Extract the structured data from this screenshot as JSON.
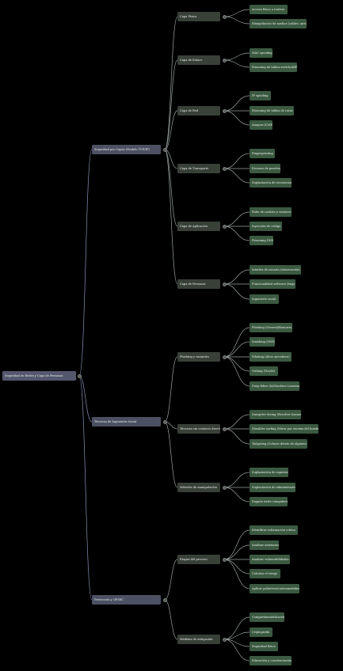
{
  "colors": {
    "background": "#000000",
    "root_node": "#54576e",
    "level1_node": "#4c5062",
    "level2_node": "#384038",
    "leaf_node": "#3b5a41",
    "link_root": "#8a93b8",
    "link_branch": "#9aa3a0"
  },
  "root": {
    "label": "Seguridad en Redes y Capa de Personas",
    "children": [
      {
        "label": "Seguridad por Capas (Modelo TCP/IP)",
        "children": [
          {
            "label": "Capa Física",
            "children": [
              "Acceso físico a routers",
              "Manipulación de medios (cables, aire)"
            ]
          },
          {
            "label": "Capa de Enlace",
            "children": [
              "MAC spoofing",
              "Poisoning de tablas switch/ARP"
            ]
          },
          {
            "label": "Capa de Red",
            "children": [
              "IP spoofing",
              "Poisoning de tablas de rutas",
              "Ataques ICMP"
            ]
          },
          {
            "label": "Capa de Transporte",
            "children": [
              "Fingerprinting",
              "Escaneo de puertos",
              "Suplantación de secuencias"
            ]
          },
          {
            "label": "Capa de Aplicación",
            "children": [
              "Robo de cookies y sesiones",
              "Inyección de código",
              "Poisoning DNS"
            ]
          },
          {
            "label": "Capa de Personas",
            "children": [
              "Interfaz de usuario (observación)",
              "Funcionalidad software (bugs)",
              "Ingeniería social"
            ]
          }
        ]
      },
      {
        "label": "Técnicas de Ingeniería Social",
        "children": [
          {
            "label": "Phishing y variantes",
            "children": [
              "Phishing (General/Bancario)",
              "Smishing (SMS)",
              "Whaling (Altos ejecutivos)",
              "Vishing (Voz/IA)",
              "Deep fakes (IA/Machine Learning)"
            ]
          },
          {
            "label": "Técnicas sin contacto directo",
            "children": [
              "Dumpster diving (Revolver basura)",
              "Shoulder surfing (Mirar por encima del hombro)",
              "Tailgating (Colarse detrás de alguien)"
            ]
          },
          {
            "label": "Métodos de manipulación",
            "children": [
              "Suplantación de superior",
              "Suplantación de administrador",
              "Engaño entre compañeros"
            ]
          }
        ]
      },
      {
        "label": "Protección y OPSEC",
        "children": [
          {
            "label": "Etapas del proceso",
            "children": [
              "Identificar información crítica",
              "Analizar amenazas",
              "Analizar vulnerabilidades",
              "Calcular el riesgo",
              "Aplicar paliativos/contramedidas"
            ]
          },
          {
            "label": "Medidas de mitigación",
            "children": [
              "Compartimentalización",
              "Criptografía",
              "Seguridad física",
              "Educación y concienciación"
            ]
          }
        ]
      }
    ]
  }
}
